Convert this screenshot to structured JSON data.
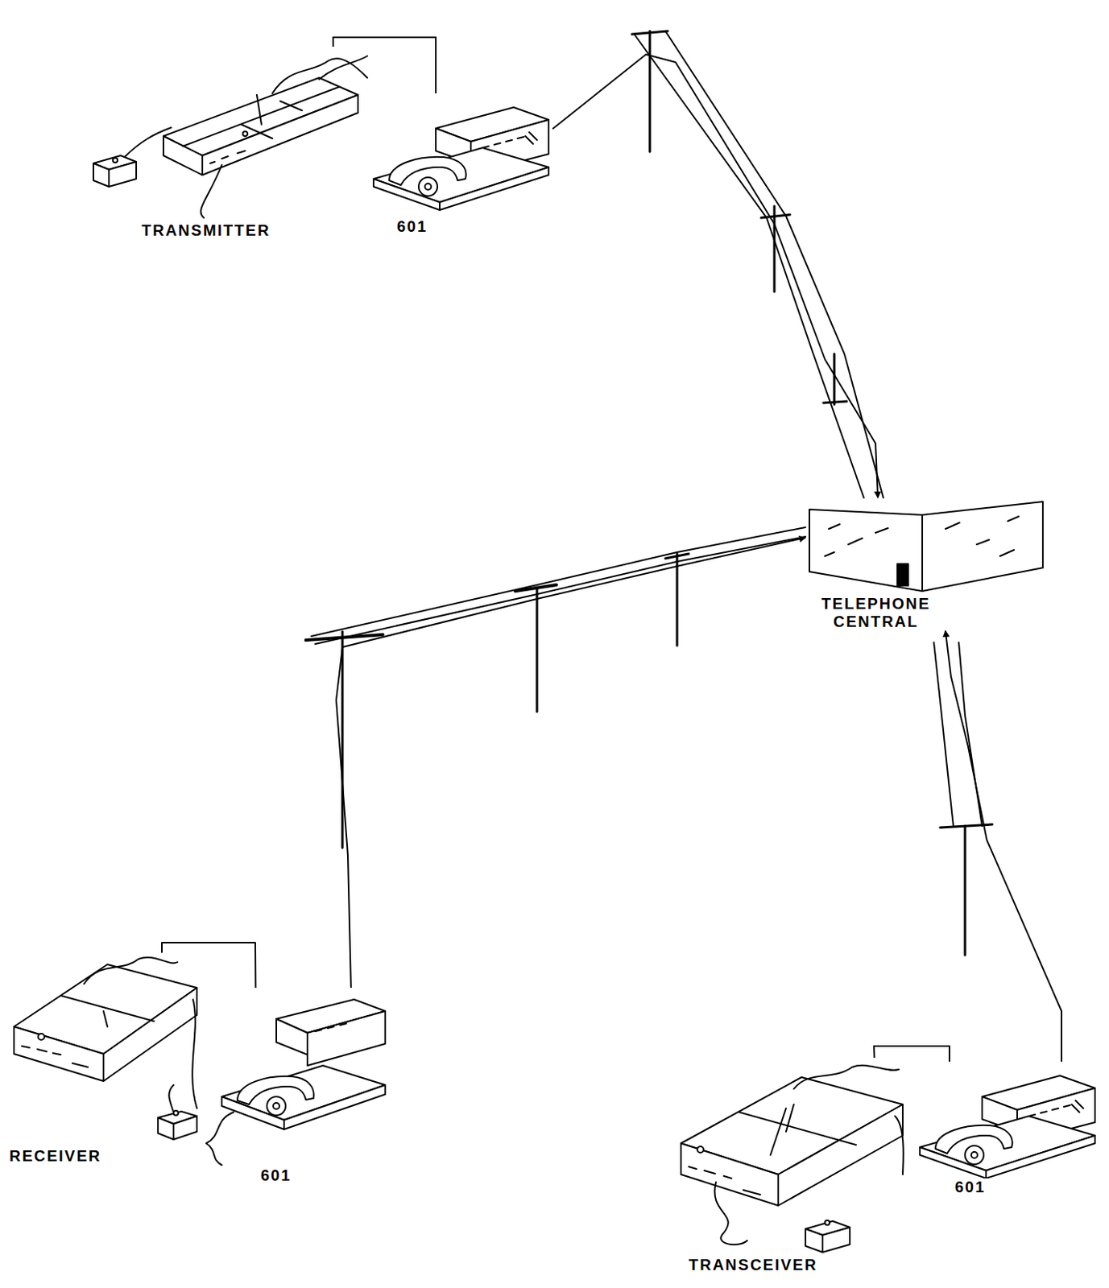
{
  "diagram": {
    "nodes": [
      {
        "text": [
          "TRANSMITTER"
        ]
      },
      {
        "text": [
          "601"
        ]
      },
      {
        "text": [
          "TELEPHONE CENTRAL"
        ]
      },
      {
        "text": [
          "RECEIVER"
        ]
      },
      {
        "text": [
          "601"
        ]
      },
      {
        "text": [
          "TRANSCEIVER"
        ]
      },
      {
        "text": [
          "601"
        ]
      }
    ],
    "edges": [
      {
        "from": 0,
        "to": 1,
        "arrow": "none"
      },
      {
        "from": 1,
        "to": 2,
        "arrow": "to"
      },
      {
        "from": 3,
        "to": 4,
        "arrow": "none"
      },
      {
        "from": 4,
        "to": 2,
        "arrow": "to"
      },
      {
        "from": 5,
        "to": 6,
        "arrow": "none"
      },
      {
        "from": 6,
        "to": 2,
        "arrow": "to"
      }
    ]
  }
}
